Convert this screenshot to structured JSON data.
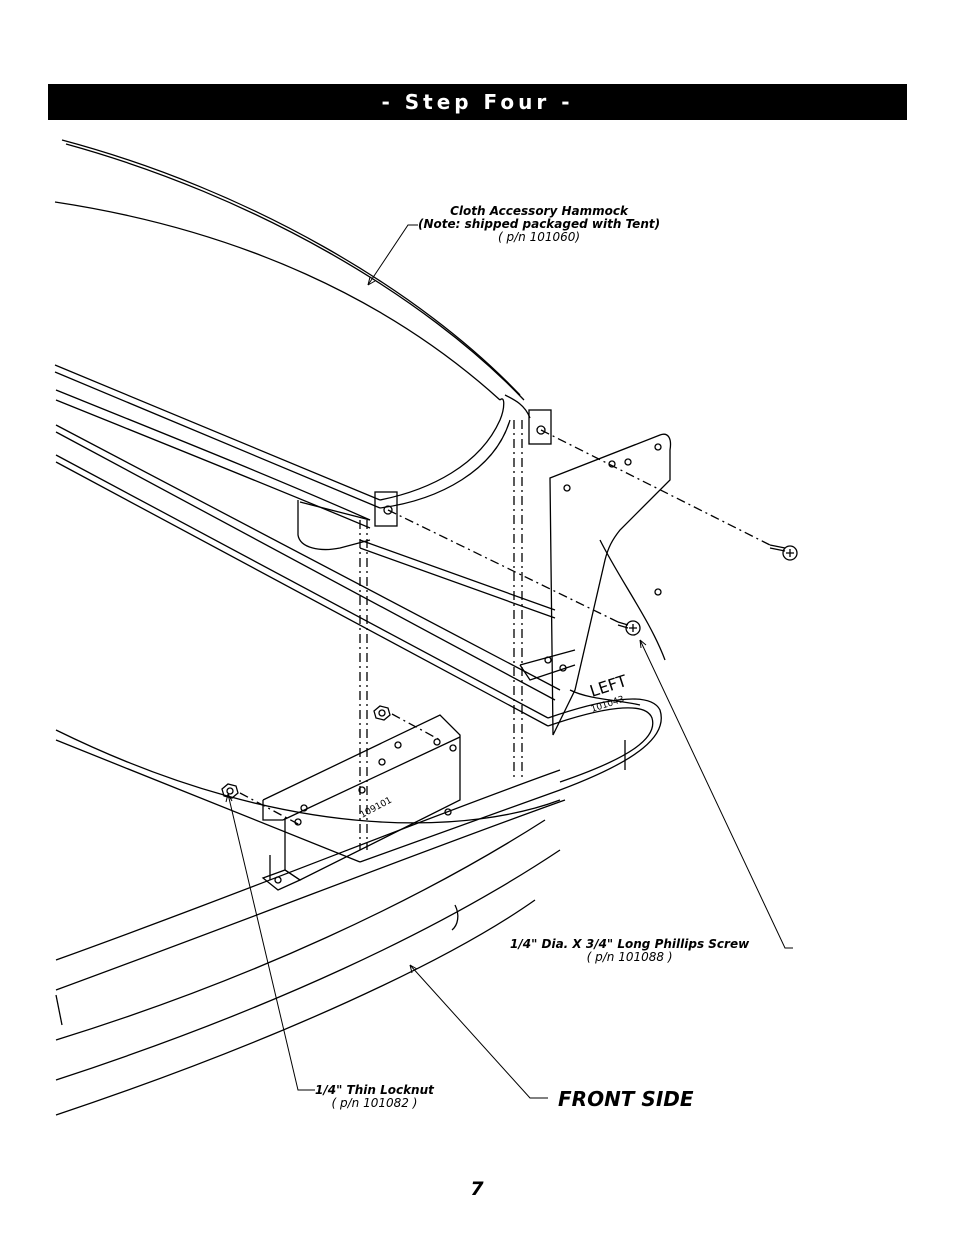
{
  "banner": {
    "title": "- Step Four -"
  },
  "labels": {
    "hammock": {
      "line1": "Cloth Accessory Hammock",
      "line2": "(Note: shipped packaged with Tent)",
      "pn": "( p/n 101060)"
    },
    "screw": {
      "line1": "1/4\" Dia. X 3/4\" Long Phillips Screw",
      "pn": "( p/n 101088 )"
    },
    "locknut": {
      "line1": "1/4\" Thin Locknut",
      "pn": "( p/n 101082 )"
    },
    "front": "FRONT SIDE"
  },
  "parts": {
    "left_bracket_label": "LEFT",
    "left_bracket_number": "101043",
    "mount_bracket_number": "109101"
  },
  "page": {
    "number": "7"
  }
}
